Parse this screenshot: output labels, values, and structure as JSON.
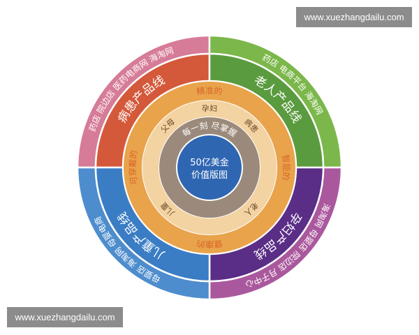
{
  "watermark_top": "www.xuezhangdailu.com",
  "watermark_bottom": "www.xuezhangdailu.com",
  "center": {
    "line1": "50亿美金",
    "line2": "价值版图",
    "color": "#2f66b2"
  },
  "inner_ring": {
    "text": "每一刻 尽掌握",
    "color": "#9b8a7b"
  },
  "people_ring": {
    "color": "#f3d3a2",
    "labels": [
      "孕妇",
      "病患",
      "老人",
      "儿童",
      "父母"
    ]
  },
  "attribute_ring": {
    "color": "#e9a34b",
    "labels": [
      "精准的",
      "智能的",
      "健康的",
      "可穿戴的"
    ]
  },
  "quadrants": [
    {
      "product_line": "病患产品线",
      "channels": "药店 院边店 医药电商网 海淘网",
      "inner_color": "#d4583a",
      "outer_color": "#d67c98"
    },
    {
      "product_line": "老人产品线",
      "channels": "药店 电商平台 海淘网",
      "inner_color": "#5b9b3f",
      "outer_color": "#7bb74a"
    },
    {
      "product_line": "孕妇产品线",
      "channels": "海淘网 母婴店 院边店 月子中心",
      "inner_color": "#5a2d87",
      "outer_color": "#aa589d"
    },
    {
      "product_line": "儿童产品线",
      "channels": "母婴店 海淘网 母婴电商",
      "inner_color": "#3b7dc5",
      "outer_color": "#4e8dcd"
    }
  ]
}
